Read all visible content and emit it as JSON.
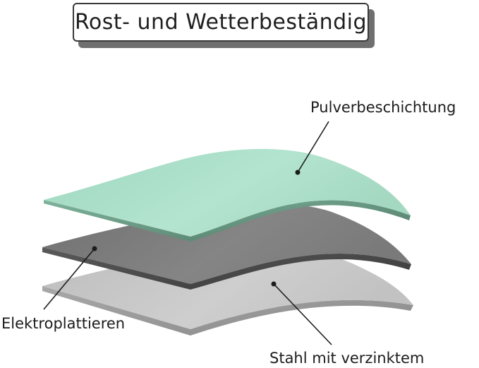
{
  "title": "Rost- und Wetterbeständig",
  "labels": {
    "top_layer": "Pulverbeschichtung",
    "middle_layer": "Elektroplattieren",
    "bottom_layer": "Stahl mit verzinktem"
  },
  "colors": {
    "powder_coating": "#a9dcc6",
    "powder_coating_edge": "#5f8a77",
    "electroplating": "#7a7a7a",
    "electroplating_edge": "#4a4a4a",
    "steel": "#c4c4c4",
    "steel_edge": "#9a9a9a"
  }
}
